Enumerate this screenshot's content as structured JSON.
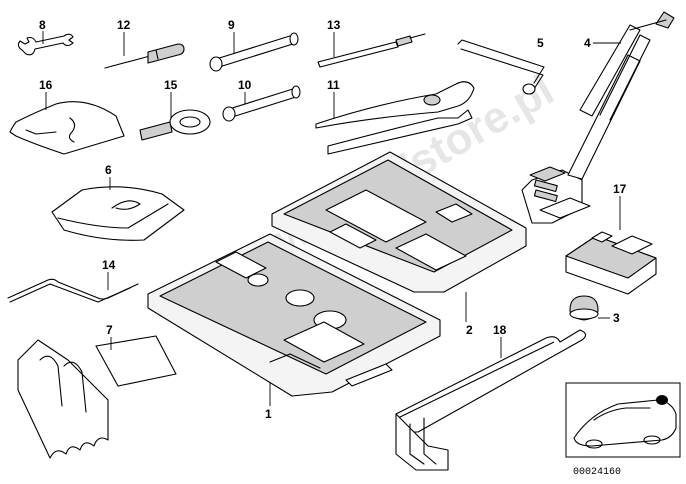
{
  "watermark": "www.BMWstore.pl",
  "diagram_ref": "00024160",
  "callouts": {
    "p1": "1",
    "p2": "2",
    "p3": "3",
    "p4": "4",
    "p5": "5",
    "p6": "6",
    "p7": "7",
    "p8": "8",
    "p9": "9",
    "p10": "10",
    "p11": "11",
    "p12": "12",
    "p13": "13",
    "p14": "14",
    "p15": "15",
    "p16": "16",
    "p17": "17",
    "p18": "18"
  }
}
